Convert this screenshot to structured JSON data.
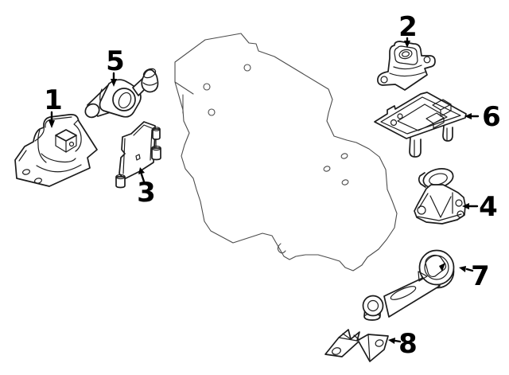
{
  "diagram": {
    "background_color": "#ffffff",
    "part_line_color": "#1c1c1c",
    "engine_outline_color": "#4c4c4c",
    "label_color": "#000000",
    "callouts": [
      {
        "label": "1"
      },
      {
        "label": "2"
      },
      {
        "label": "3"
      },
      {
        "label": "4"
      },
      {
        "label": "5"
      },
      {
        "label": "6"
      },
      {
        "label": "7"
      },
      {
        "label": "8"
      }
    ]
  }
}
